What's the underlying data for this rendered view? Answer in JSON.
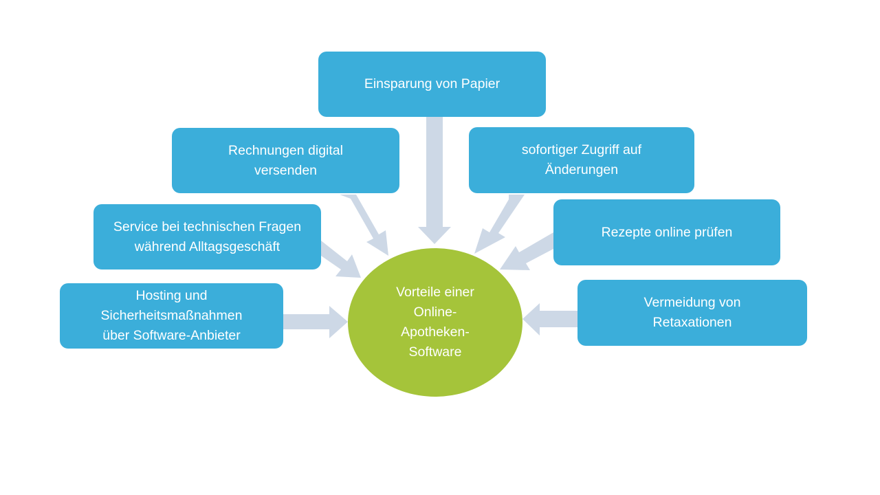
{
  "diagram": {
    "center_text": "Vorteile einer Online-Apotheken-Software",
    "benefits": {
      "papier": "Einsparung von Papier",
      "rechnungen": "Rechnungen digital\nversenden",
      "zugriff": "sofortiger Zugriff auf\nÄnderungen",
      "service": "Service bei technischen Fragen\nwährend Alltagsgeschäft",
      "rezepte": "Rezepte online prüfen",
      "hosting": "Hosting und\nSicherheitsmaßnahmen\nüber Software-Anbieter",
      "retax": "Vermeidung von\nRetaxationen"
    },
    "colors": {
      "box": "#3BAEDA",
      "center": "#A5C43A",
      "arrow": "#CDD8E6"
    }
  }
}
